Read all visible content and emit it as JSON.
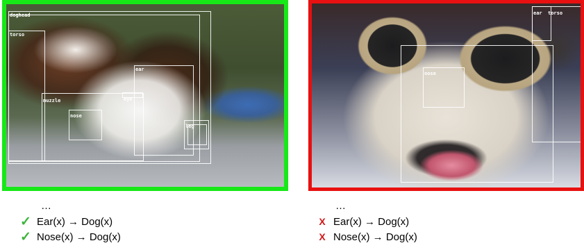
{
  "left_panel": {
    "border_color": "#17e817",
    "labels": {
      "dog_head": "doghead",
      "torso": "torso",
      "ear": "ear",
      "muzzle": "muzzle",
      "eye": "eye",
      "nose": "nose",
      "leg": "leg"
    },
    "ellipsis": "…",
    "rules": [
      {
        "status": "check",
        "mark": "✓",
        "text": "Ear(x) → Dog(x)"
      },
      {
        "status": "check",
        "mark": "✓",
        "text": "Nose(x) → Dog(x)"
      }
    ]
  },
  "right_panel": {
    "border_color": "#e81010",
    "labels": {
      "nose": "nose",
      "ear": "ear",
      "torso": "torso"
    },
    "ellipsis": "…",
    "rules": [
      {
        "status": "cross",
        "mark": "X",
        "text": "Ear(x) → Dog(x)"
      },
      {
        "status": "cross",
        "mark": "X",
        "text": "Nose(x) → Dog(x)"
      }
    ]
  }
}
